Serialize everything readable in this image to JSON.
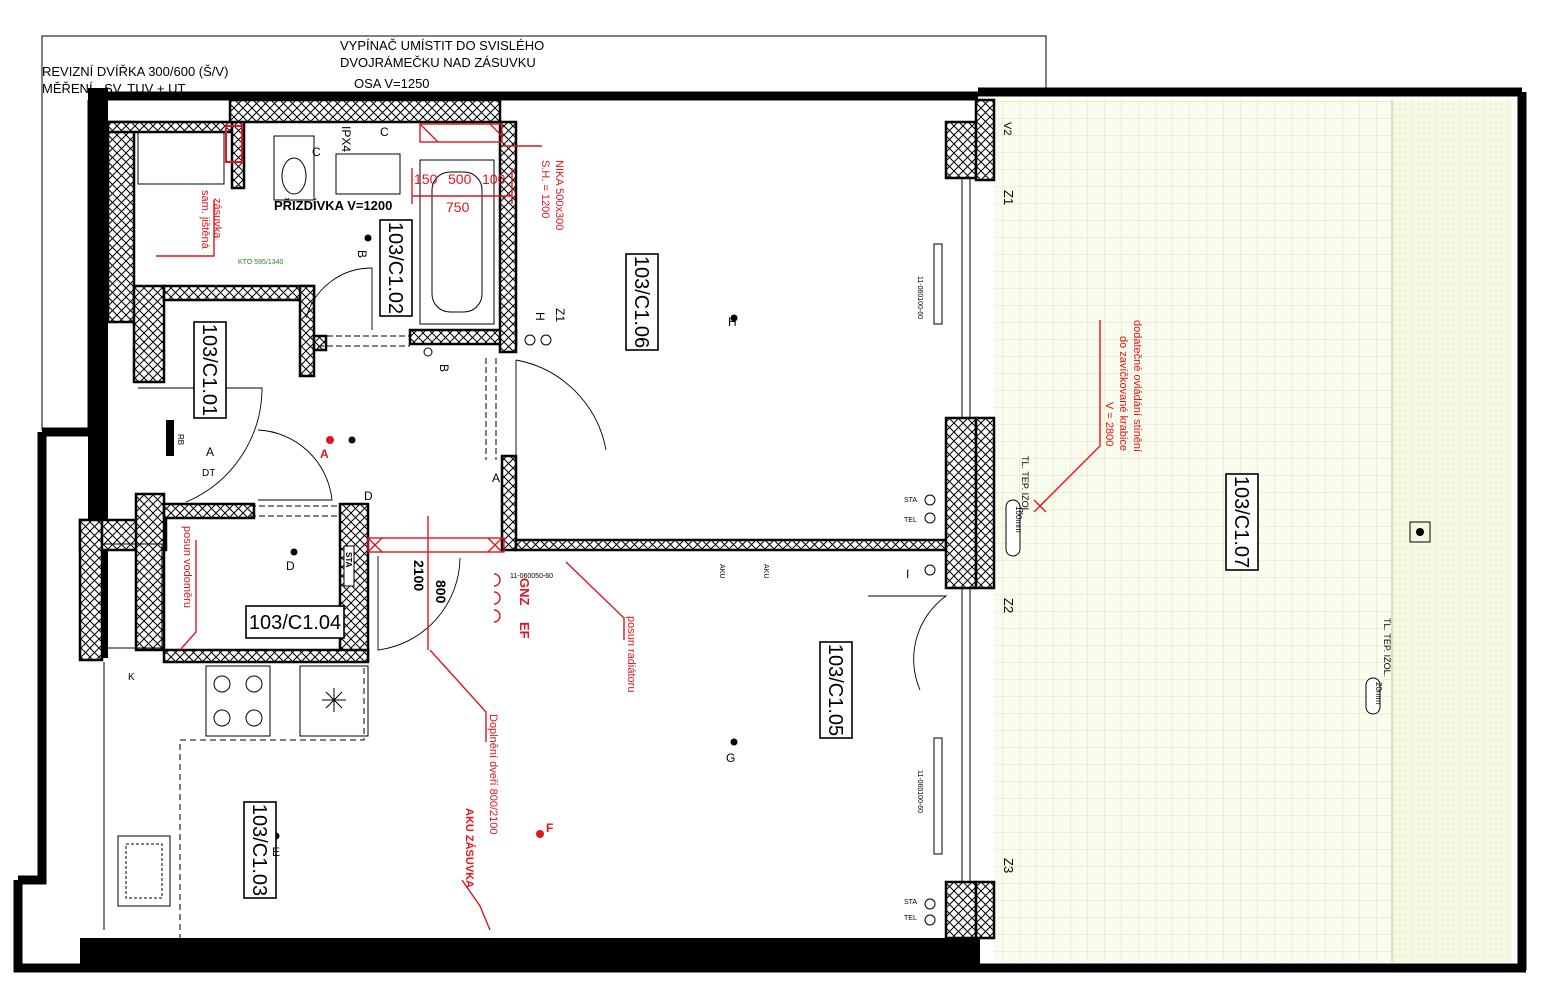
{
  "rooms": {
    "c101": "103/C1.01",
    "c102": "103/C1.02",
    "c103": "103/C1.03",
    "c104": "103/C1.04",
    "c105": "103/C1.05",
    "c106": "103/C1.06",
    "c107": "103/C1.07"
  },
  "notes": {
    "revizni_1": "REVIZNÍ DVÍŘKA 300/600 (Š/V)",
    "revizni_2": "MĚŘENÍ - SV, TUV + UT",
    "vypinac_1": "VYPÍNAČ UMÍSTIT DO SVISLÉHO",
    "vypinac_2": "DVOJRÁMEČKU NAD ZÁSUVKU",
    "vypinac_3": "OSA V=1250",
    "pridizdka": "PŘIZDÍVKA V=1200",
    "ipx4": "IPX4",
    "kto": "KTO 595/1340",
    "zasuvka_1": "zásuvka",
    "zasuvka_2": "sam. jištěná",
    "posun_vodomeru": "posun vodoměru",
    "posun_radiatoru": "posun radiátoru",
    "doplneni_dveri": "Doplnění dveří 800/2100",
    "aku_zasuvka": "AKU ZÁSUVKA",
    "nika_1": "NIKA 500x300",
    "nika_2": "S.H. = 1200",
    "stineni_1": "dodatečné ovládání stínění",
    "stineni_2": "do zavíčkované krabice",
    "stineni_3": "V = 2800",
    "tl_tep_1": "TL. TEP. IZOL.",
    "tl_tep_1_val": "100mm",
    "tl_tep_2": "TL. TEP. IZOL.",
    "tl_tep_2_val": "20mm",
    "radiator_code_1": "11-060050-60",
    "radiator_code_2": "11-060100-60",
    "radiator_code_3": "11-060100-60",
    "ef": "EF",
    "gnz": "GNZ"
  },
  "dimensions": {
    "d150": "150",
    "d500": "500",
    "d100": "100",
    "d750": "750",
    "d800": "800",
    "d2100": "2100"
  },
  "windows": {
    "z1": "Z1",
    "z2": "Z2",
    "z3": "Z3",
    "v2": "V2",
    "z1_inner": "Z1"
  },
  "sockets": {
    "sta": "STA",
    "tel": "TEL",
    "aku": "AKU"
  },
  "switch_letters": {
    "a": "A",
    "b": "B",
    "c": "C",
    "d": "D",
    "e": "E",
    "f": "F",
    "g": "G",
    "h": "H",
    "i": "I",
    "k": "K",
    "rb": "RB",
    "dt": "DT",
    "sta_label": "STA"
  },
  "colors": {
    "wall": "#000000",
    "annotation": "#e0141e",
    "tile_grid": "#d9e6a8",
    "terrace_fill": "#f6f8e4"
  }
}
